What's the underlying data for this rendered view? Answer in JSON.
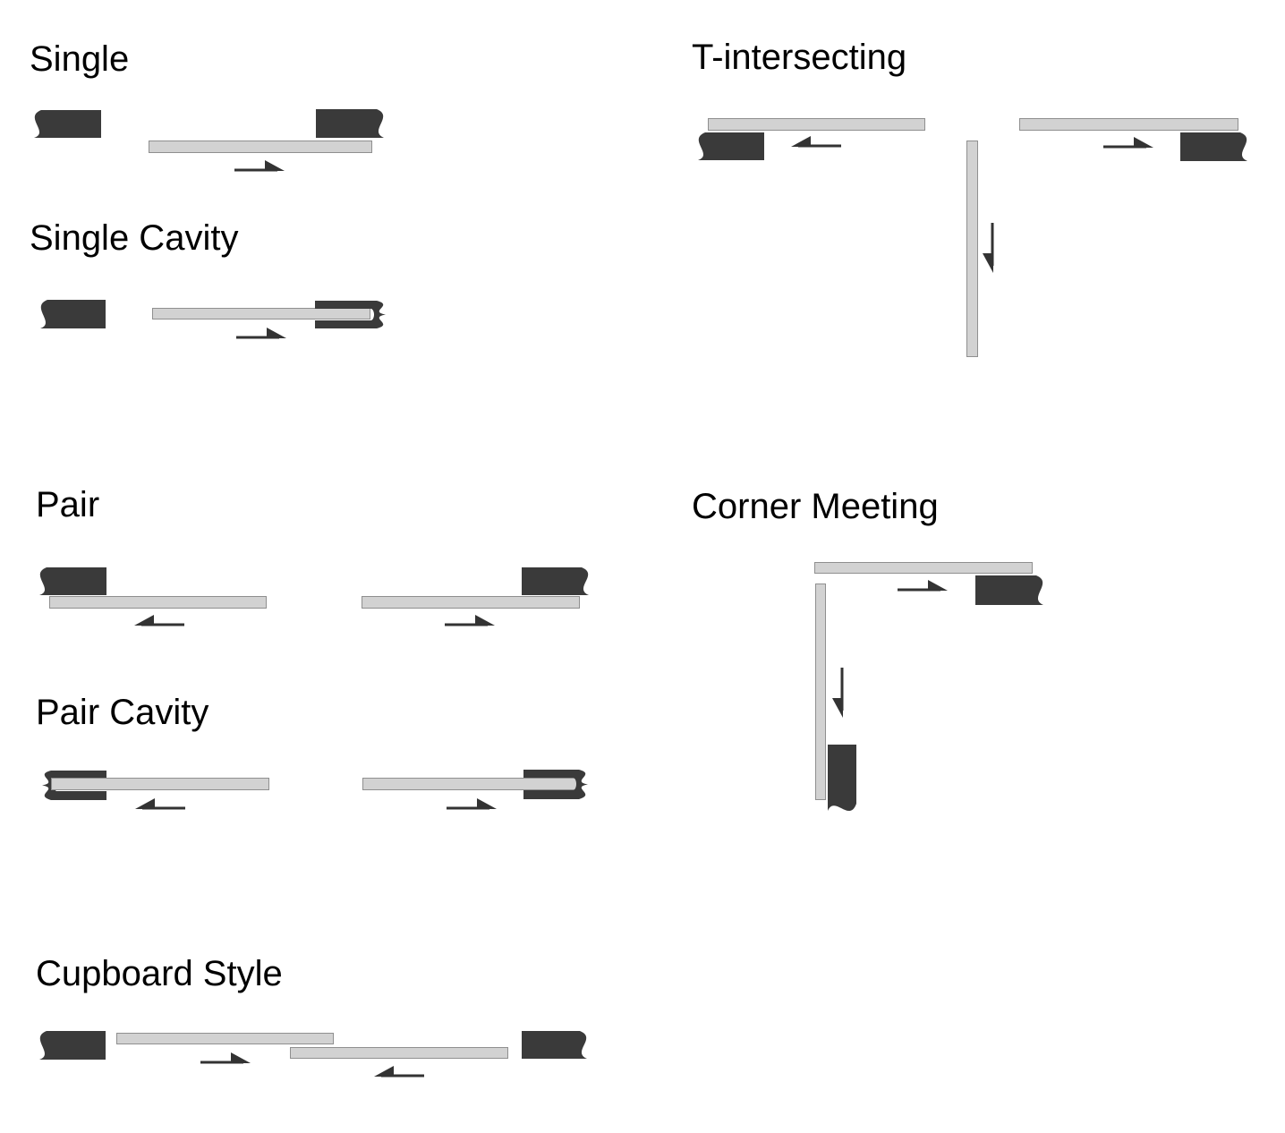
{
  "page": {
    "background": "#ffffff"
  },
  "colors": {
    "wall": "#3a3a3a",
    "door_fill": "#d2d2d2",
    "door_border": "#8f8f8f",
    "arrow": "#333333",
    "text": "#000000",
    "background": "#ffffff"
  },
  "sections": [
    {
      "id": "single",
      "title": "Single",
      "doors": [
        {
          "slide": "right"
        }
      ]
    },
    {
      "id": "single-cavity",
      "title": "Single Cavity",
      "doors": [
        {
          "slide": "right",
          "into_cavity": true
        }
      ]
    },
    {
      "id": "pair",
      "title": "Pair",
      "doors": [
        {
          "slide": "left"
        },
        {
          "slide": "right"
        }
      ]
    },
    {
      "id": "pair-cavity",
      "title": "Pair Cavity",
      "doors": [
        {
          "slide": "left",
          "into_cavity": true
        },
        {
          "slide": "right",
          "into_cavity": true
        }
      ]
    },
    {
      "id": "cupboard-style",
      "title": "Cupboard Style",
      "doors": [
        {
          "slide": "right"
        },
        {
          "slide": "left"
        }
      ]
    },
    {
      "id": "t-intersecting",
      "title": "T-intersecting",
      "doors": [
        {
          "slide": "left"
        },
        {
          "slide": "right"
        },
        {
          "slide": "down"
        }
      ]
    },
    {
      "id": "corner-meeting",
      "title": "Corner Meeting",
      "doors": [
        {
          "slide": "right"
        },
        {
          "slide": "down"
        }
      ]
    }
  ]
}
